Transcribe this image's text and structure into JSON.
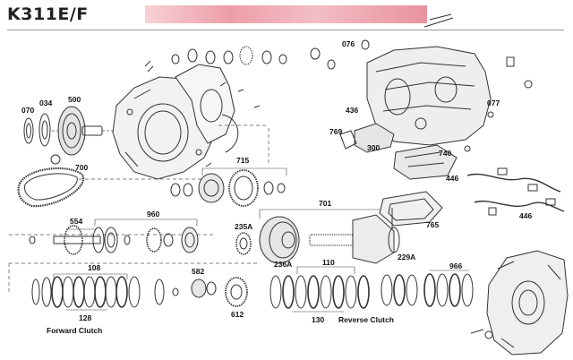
{
  "title": "K311E/F",
  "labels": {
    "l070": "070",
    "l034": "034",
    "l500": "500",
    "l700": "700",
    "l715": "715",
    "l554": "554",
    "l960": "960",
    "l701": "701",
    "l235A": "235A",
    "l236A": "236A",
    "l110a": "110",
    "l229A": "229A",
    "l108": "108",
    "l128": "128",
    "l582": "582",
    "l612": "612",
    "l130": "130",
    "l966": "966",
    "l076": "076",
    "l077": "077",
    "l436": "436",
    "l769": "769",
    "l300": "300",
    "l740": "740",
    "l446a": "446",
    "l446b": "446",
    "l765": "765"
  },
  "captions": {
    "forward_clutch": "Forward Clutch",
    "reverse_clutch": "Reverse Clutch"
  }
}
